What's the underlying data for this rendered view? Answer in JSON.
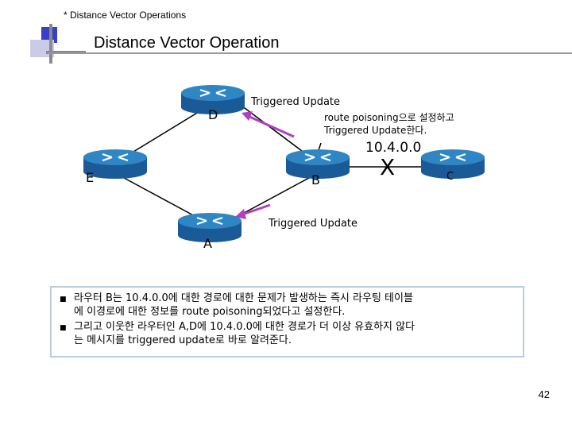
{
  "header": {
    "small_title": "* Distance Vector Operations",
    "title": "Distance Vector Operation"
  },
  "routers": [
    {
      "id": "D",
      "label": "D"
    },
    {
      "id": "E",
      "label": "E"
    },
    {
      "id": "B",
      "label": "B"
    },
    {
      "id": "C",
      "label": "C"
    },
    {
      "id": "A",
      "label": "A"
    }
  ],
  "annotations": {
    "triggered_top": "Triggered Update",
    "poison_line1": "route poisoning으로 설정하고",
    "poison_line2": "Triggered Update한다.",
    "network": "10.4.0.0",
    "break_mark": "X",
    "triggered_bottom": "Triggered Update"
  },
  "notes": [
    {
      "line1": "라우터 B는 10.4.0.0에 대한 경로에 대한 문제가 발생하는 즉시 라우팅 테이블",
      "line2": "에 이경로에 대한 정보를 route poisoning되었다고 설정한다."
    },
    {
      "line1": "그리고 이웃한 라우터인 A,D에 10.4.0.0에 대한 경로가 더 이상 유효하지 않다",
      "line2": "는 메시지를 triggered update로 바로 알려준다."
    }
  ],
  "page_number": "42",
  "colors": {
    "router_top": "#2f86c4",
    "router_side": "#1a5a96",
    "arrow": "#b040c0",
    "note_border": "#b7cfdd"
  }
}
